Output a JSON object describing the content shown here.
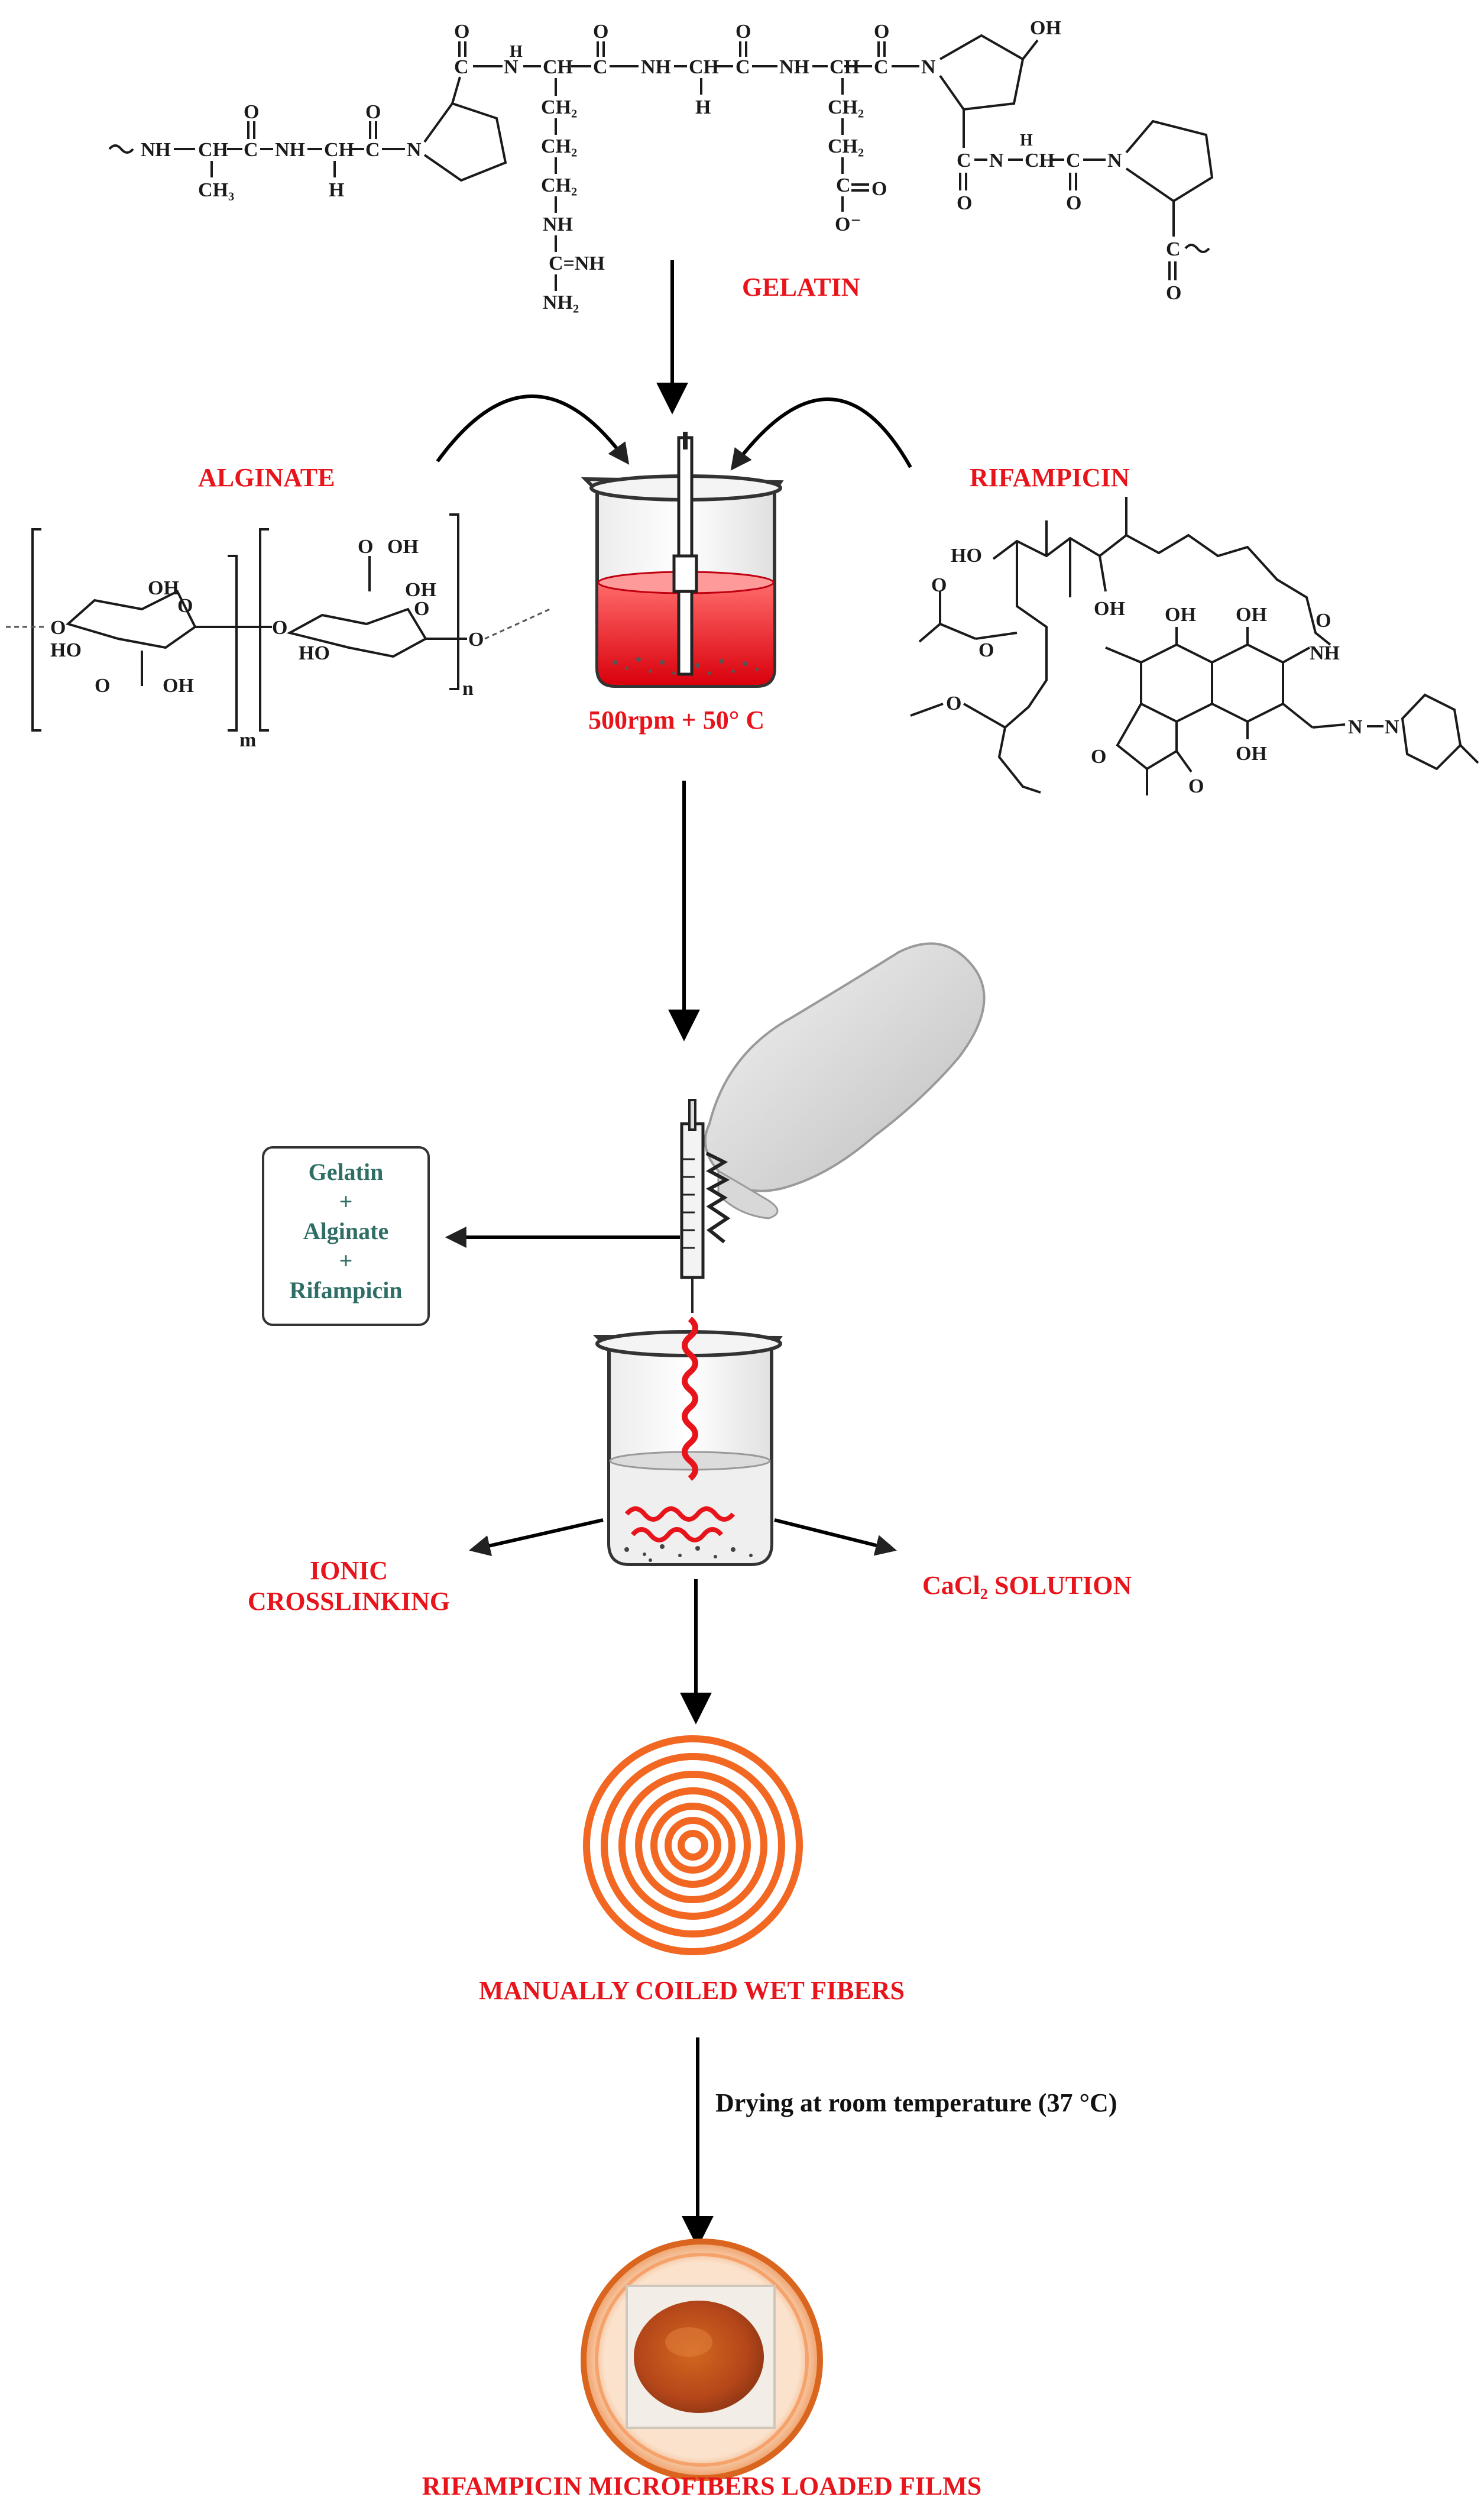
{
  "labels": {
    "gelatin": "GELATIN",
    "alginate": "ALGINATE",
    "rifampicin": "RIFAMPICIN",
    "stir_conditions": "500rpm + 50° C",
    "box_gelatin": "Gelatin",
    "box_plus": "+",
    "box_alginate": "Alginate",
    "box_rifampicin": "Rifampicin",
    "ionic": "IONIC",
    "crosslinking": "CROSSLINKING",
    "cacl2": "CaCl₂ SOLUTION",
    "coiled": "MANUALLY COILED WET FIBERS",
    "drying": "Drying at room temperature (37 °C)",
    "final": "RIFAMPICIN MICROFIBERS LOADED FILMS"
  },
  "gelatin_atoms": {
    "nh": "NH",
    "n": "N",
    "h": "H",
    "ch": "CH",
    "c": "C",
    "o": "O",
    "ch2": "CH₂",
    "ch3": "CH₃",
    "eq_nh": "C=NH",
    "nh2": "NH₂",
    "oh": "OH",
    "o_minus": "O⁻"
  },
  "alginate_atoms": {
    "oh": "OH",
    "ho": "HO",
    "o": "O",
    "m": "m",
    "n": "n"
  },
  "rifampicin_atoms": {
    "ho": "HO",
    "oh": "OH",
    "o": "O",
    "nh": "NH",
    "n": "N"
  },
  "colors": {
    "label_red": "#e8141b",
    "box_teal": "#2f6e66",
    "fiber_red": "#e8141b",
    "coil_orange": "#f26722",
    "film_brown": "#c4541a"
  },
  "icons": [
    "magnetic-stir-beaker",
    "gloved-hand-syringe",
    "crosslinking-beaker",
    "coiled-fiber-spiral",
    "petri-dish-film"
  ]
}
